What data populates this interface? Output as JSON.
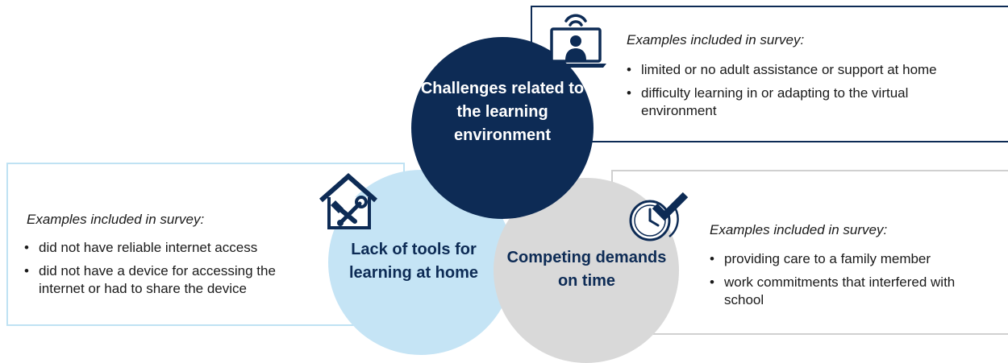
{
  "top_box": {
    "title": "Examples included in survey:",
    "items": [
      "limited or no adult assistance or support at home",
      "difficulty learning in or adapting to the virtual environment"
    ]
  },
  "left_box": {
    "title": "Examples included in survey:",
    "items": [
      "did not have reliable internet access",
      "did not have a device for accessing the internet or had to share the device"
    ]
  },
  "right_box": {
    "title": "Examples included in survey:",
    "items": [
      "providing care to a family member",
      "work commitments that interfered with school"
    ]
  },
  "circles": {
    "learning_environment": "Challenges related to the learning environment",
    "tools": "Lack of tools for learning at home",
    "time": "Competing demands on time"
  },
  "icons": {
    "laptop": "laptop-user-icon",
    "home": "home-tools-icon",
    "clock": "clock-check-icon"
  },
  "colors": {
    "navy": "#0d2b55",
    "light_blue": "#c5e4f5",
    "grey": "#d9d9d9"
  }
}
